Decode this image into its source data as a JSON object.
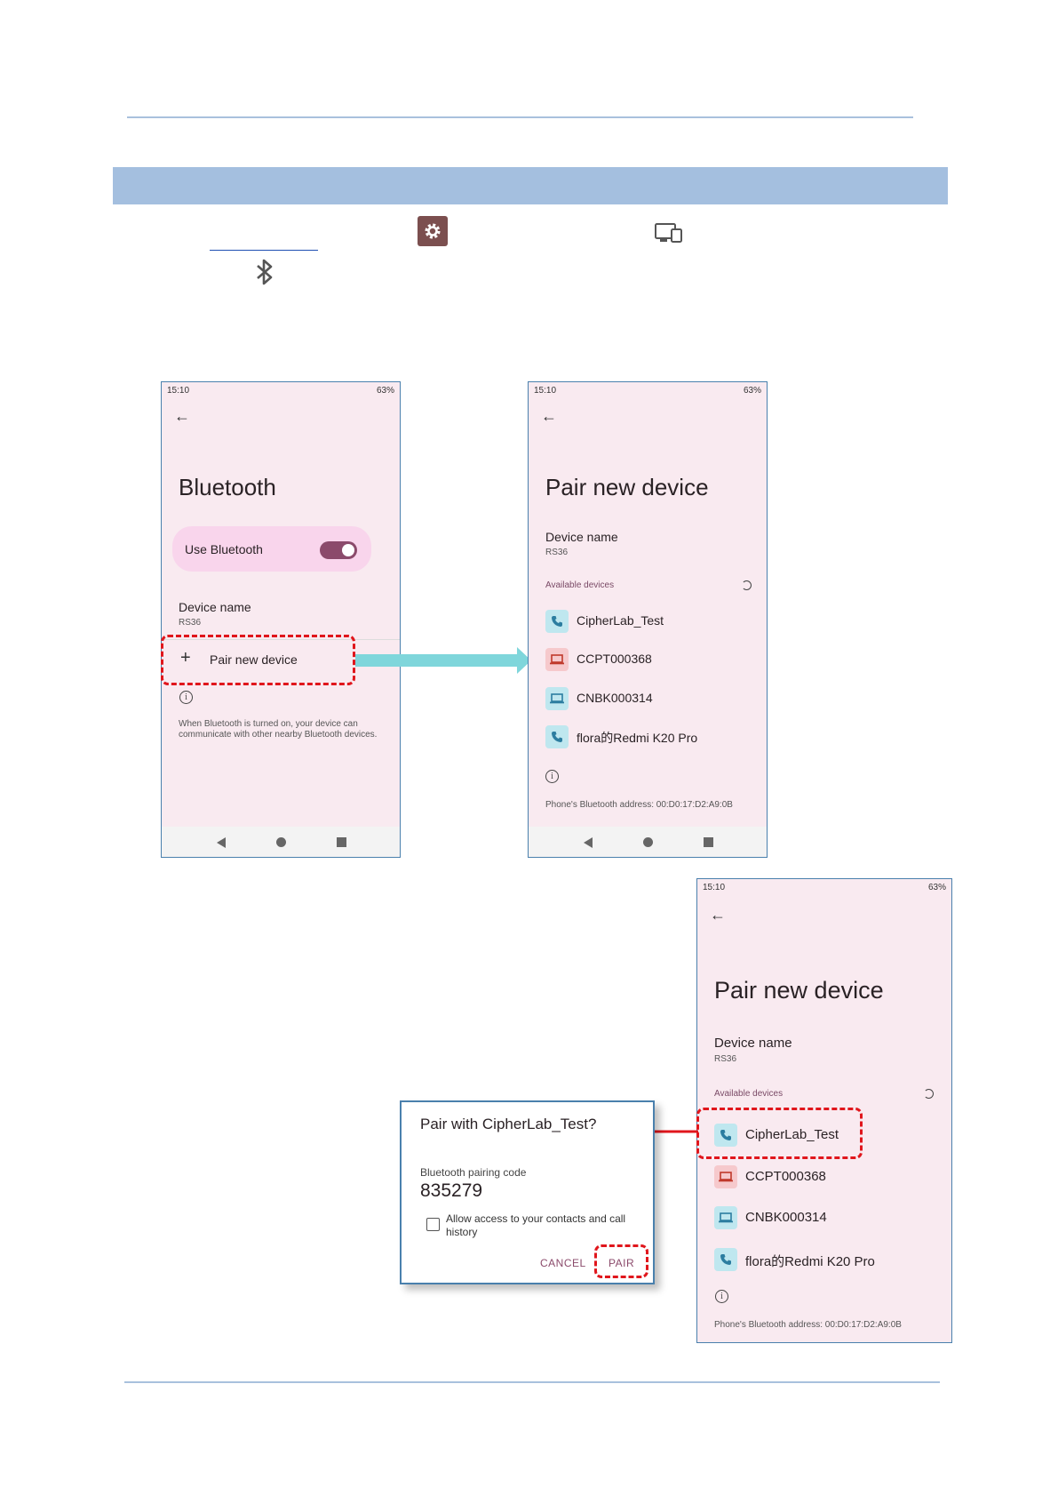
{
  "phone1": {
    "status_time": "15:10",
    "status_battery": "63%",
    "title": "Bluetooth",
    "use_bluetooth": "Use Bluetooth",
    "toggle_on": true,
    "device_name_label": "Device name",
    "device_name_value": "RS36",
    "pair_new_device": "Pair new device",
    "info_line1": "When Bluetooth is turned on, your device can",
    "info_line2": "communicate with other nearby Bluetooth devices."
  },
  "phone2": {
    "status_time": "15:10",
    "status_battery": "63%",
    "title": "Pair new device",
    "device_name_label": "Device name",
    "device_name_value": "RS36",
    "available_devices": "Available devices",
    "devices": [
      {
        "name": "CipherLab_Test",
        "icon": "phone-icon"
      },
      {
        "name": "CCPT000368",
        "icon": "computer-icon"
      },
      {
        "name": "CNBK000314",
        "icon": "laptop-icon"
      },
      {
        "name": "flora的Redmi K20 Pro",
        "icon": "phone-icon"
      }
    ],
    "address": "Phone's Bluetooth address: 00:D0:17:D2:A9:0B"
  },
  "phone3": {
    "status_time": "15:10",
    "status_battery": "63%",
    "title": "Pair new device",
    "device_name_label": "Device name",
    "device_name_value": "RS36",
    "available_devices": "Available devices",
    "devices": [
      {
        "name": "CipherLab_Test",
        "icon": "phone-icon"
      },
      {
        "name": "CCPT000368",
        "icon": "computer-icon"
      },
      {
        "name": "CNBK000314",
        "icon": "laptop-icon"
      },
      {
        "name": "flora的Redmi K20 Pro",
        "icon": "phone-icon"
      }
    ],
    "address": "Phone's Bluetooth address: 00:D0:17:D2:A9:0B"
  },
  "dialog": {
    "title": "Pair with CipherLab_Test?",
    "code_label": "Bluetooth pairing code",
    "code": "835279",
    "allow_line1": "Allow access to your contacts and call",
    "allow_line2": "history",
    "cancel": "CANCEL",
    "pair": "PAIR"
  },
  "colors": {
    "highlight_dash": "#e0161c",
    "arrow_teal": "#7fd6db",
    "header_bar": "#a4bfdf"
  }
}
